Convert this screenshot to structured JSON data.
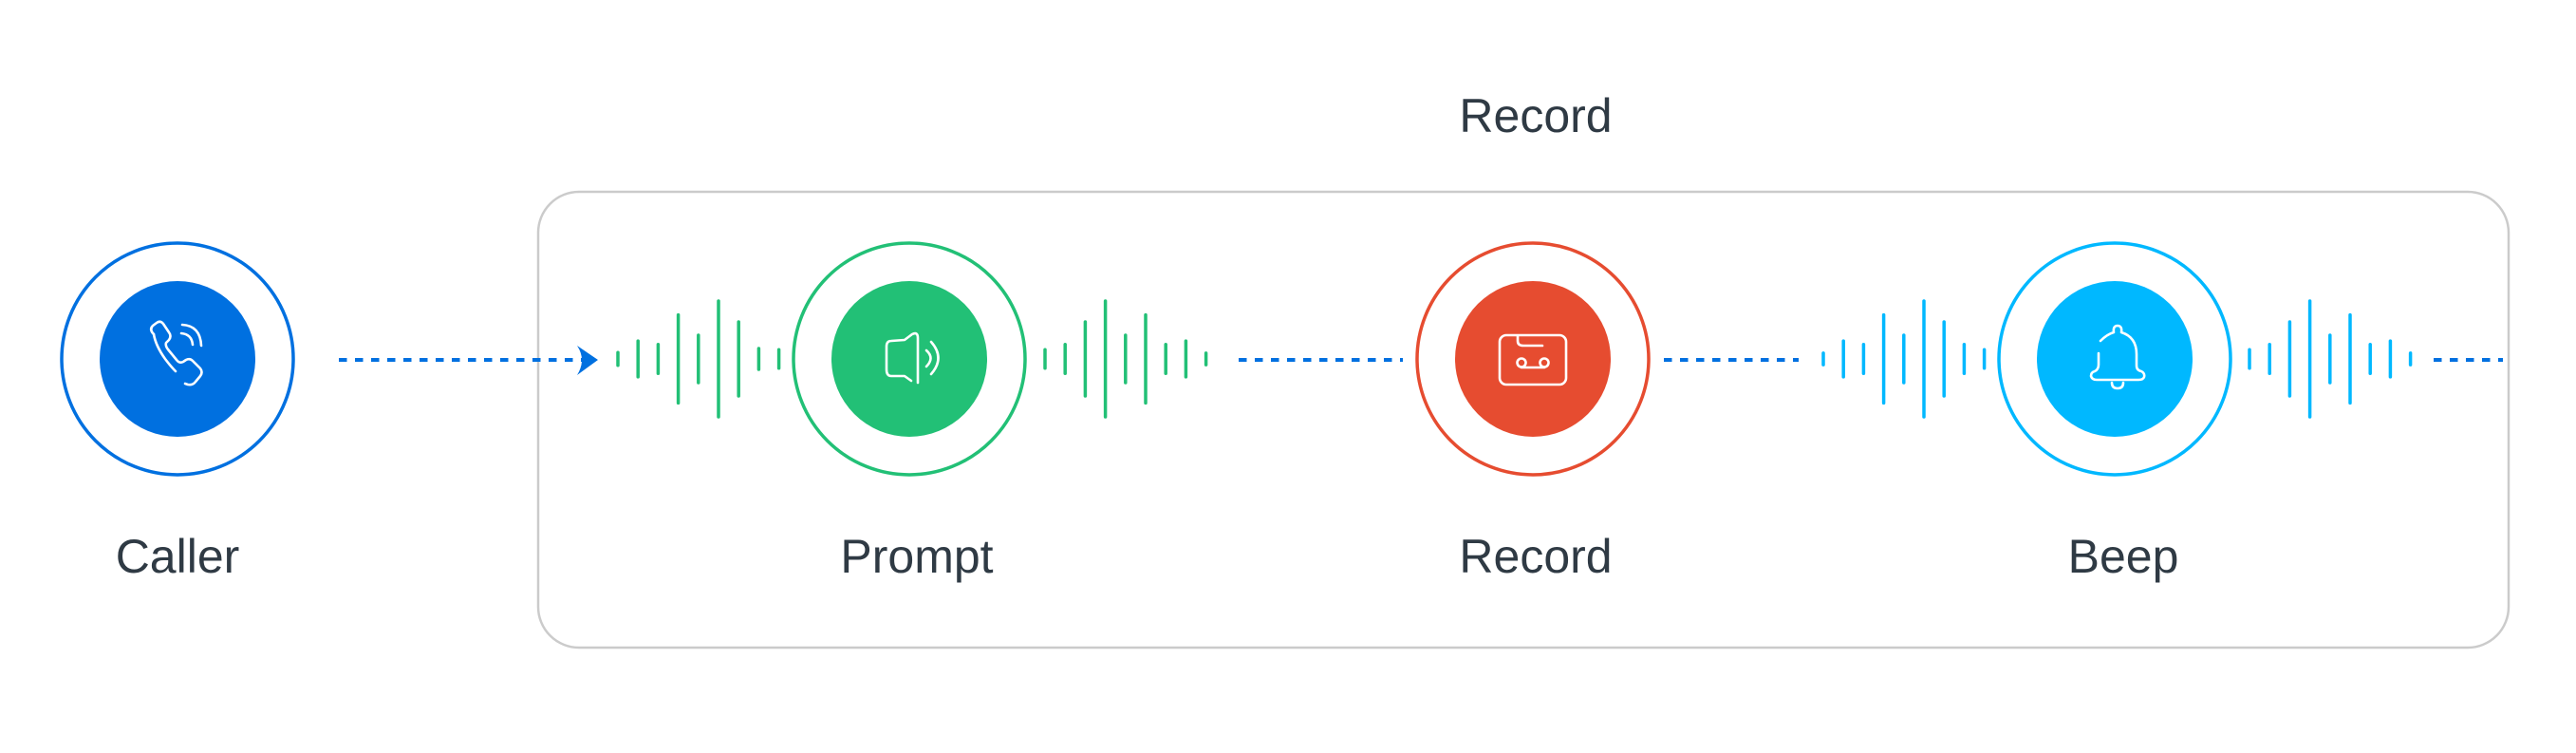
{
  "title": "Record",
  "group": {
    "label": "Record"
  },
  "colors": {
    "flow_line": "#0070e0",
    "group_border": "#cbcbcb",
    "text": "#2f3a44"
  },
  "nodes": [
    {
      "id": "caller",
      "label": "Caller",
      "icon": "phone-ringing-icon",
      "color": "#0070e0",
      "in_group": false
    },
    {
      "id": "prompt",
      "label": "Prompt",
      "icon": "speaker-volume-icon",
      "color": "#22c076",
      "in_group": true
    },
    {
      "id": "record",
      "label": "Record",
      "icon": "cassette-tape-icon",
      "color": "#e64c30",
      "in_group": true
    },
    {
      "id": "beep",
      "label": "Beep",
      "icon": "bell-icon",
      "color": "#00b8ff",
      "in_group": true
    }
  ],
  "edges": [
    {
      "from": "caller",
      "to": "prompt",
      "style": "dashed",
      "arrow": true
    },
    {
      "from": "prompt",
      "to": "record",
      "style": "dashed",
      "arrow": false
    },
    {
      "from": "record",
      "to": "beep",
      "style": "dashed",
      "arrow": false
    },
    {
      "from": "beep",
      "to": "exit",
      "style": "dashed",
      "arrow": false
    }
  ],
  "waveforms": [
    {
      "node": "prompt",
      "side": "left",
      "color": "#22c076",
      "levels": [
        0.11,
        0.31,
        0.25,
        0.76,
        0.41,
        1.0,
        0.64,
        0.18,
        0.16
      ]
    },
    {
      "node": "prompt",
      "side": "right",
      "color": "#22c076",
      "levels": [
        0.16,
        0.25,
        0.64,
        1.0,
        0.41,
        0.76,
        0.25,
        0.31,
        0.1
      ]
    },
    {
      "node": "beep",
      "side": "left",
      "color": "#00b8ff",
      "levels": [
        0.1,
        0.31,
        0.25,
        0.76,
        0.41,
        1.0,
        0.64,
        0.25,
        0.16
      ]
    },
    {
      "node": "beep",
      "side": "right",
      "color": "#00b8ff",
      "levels": [
        0.16,
        0.25,
        0.64,
        1.0,
        0.41,
        0.76,
        0.25,
        0.31,
        0.1
      ]
    }
  ]
}
